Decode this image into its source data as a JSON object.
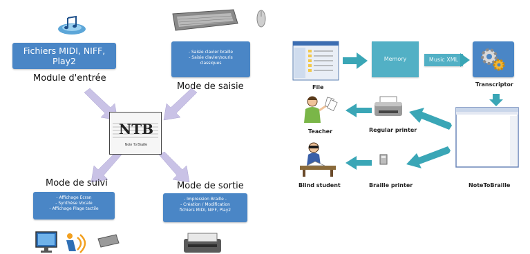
{
  "left": {
    "input_box": "Fichiers MIDI, NIFF, Play2",
    "input_label": "Module d'entrée",
    "saisie_box_lines": [
      "- Saisie clavier braille",
      "- Saisie clavier/souris",
      "classiques"
    ],
    "saisie_label": "Mode de saisie",
    "center_logo": {
      "title": "NTB",
      "subtitle": "Note To Braille"
    },
    "suivi_label": "Mode de suivi",
    "suivi_box_lines": [
      "- Affichage Ecran",
      "- Synthèse Vocale",
      "- Affichage Plage tactile"
    ],
    "sortie_label": "Mode de sortie",
    "sortie_box_lines": [
      "- Impression Braille -",
      "- Création / Modification",
      "fichiers MIDI, NIFF, Play2"
    ]
  },
  "right": {
    "memory_box": "Memory",
    "music_xml_box": "Music XML",
    "file_label": "File",
    "transcriptor_label": "Transcriptor",
    "teacher_label": "Teacher",
    "regular_printer_label": "Regular printer",
    "blind_student_label": "Blind student",
    "braille_printer_label": "Braille printer",
    "notetobraille_label": "NoteToBraille"
  },
  "colors": {
    "box_blue": "#4a86c6",
    "teal_arrow": "#3aa6b6",
    "lilac_arrow": "#c9c2e6"
  },
  "icons": [
    "music-icon",
    "keyboard-icon",
    "mouse-icon",
    "monitor-icon",
    "braille-display-icon",
    "printer-icon",
    "file-window-icon",
    "gears-icon",
    "teacher-icon",
    "blind-student-icon",
    "app-window-icon"
  ]
}
